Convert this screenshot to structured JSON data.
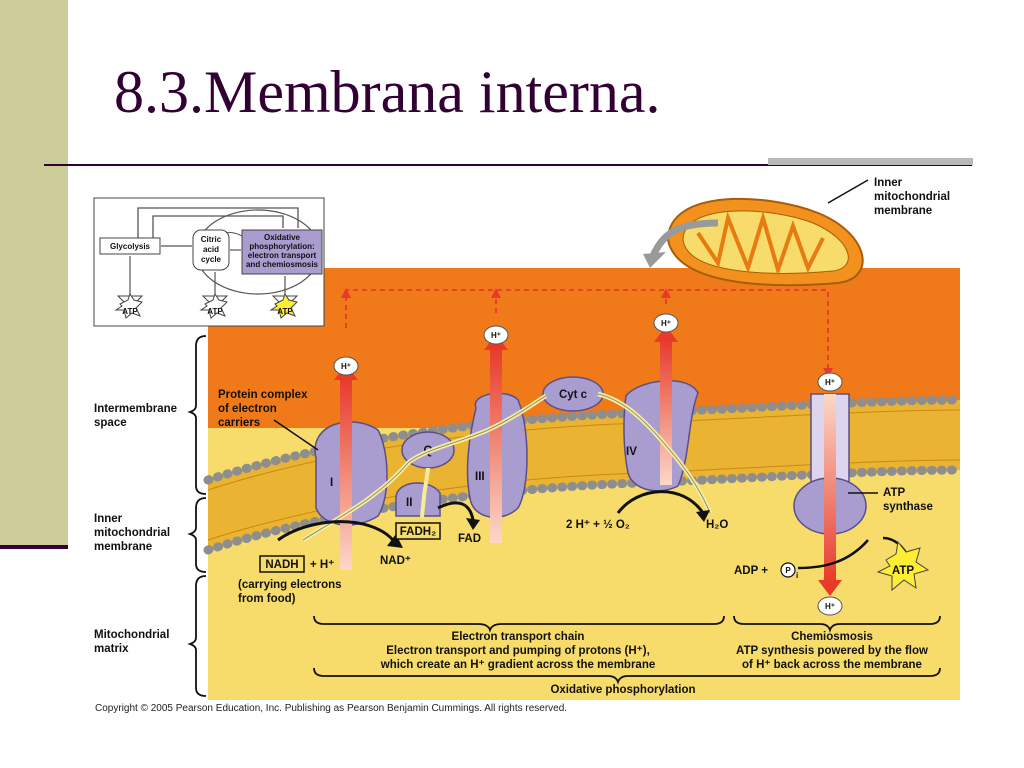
{
  "slide": {
    "title": "8.3.Membrana interna.",
    "colors": {
      "sidebar": "#cccc99",
      "title": "#330033",
      "intermembrane": "#f07a1a",
      "matrix": "#f7dc6b",
      "protein": "#a99ccf",
      "arrow": "#e83a2a"
    }
  },
  "inset": {
    "glycolysis": "Glycolysis",
    "citric": [
      "Citric",
      "acid",
      "cycle"
    ],
    "oxphos": [
      "Oxidative",
      "phosphorylation:",
      "electron transport",
      "and chemiosmosis"
    ],
    "atp": [
      "ATP",
      "ATP",
      "ATP"
    ]
  },
  "labels": {
    "inner_mito": [
      "Inner",
      "mitochondrial",
      "membrane"
    ],
    "intermembrane": [
      "Intermembrane",
      "space"
    ],
    "inner_mito_left": [
      "Inner",
      "mitochondrial",
      "membrane"
    ],
    "matrix": [
      "Mitochondrial",
      "matrix"
    ],
    "protein_complex": [
      "Protein complex",
      "of electron",
      "carriers"
    ],
    "atp_synthase": [
      "ATP",
      "synthase"
    ],
    "cytc": "Cyt c",
    "q": "Q",
    "complex_i": "I",
    "complex_ii": "II",
    "complex_iii": "III",
    "complex_iv": "IV",
    "h_plus": "H⁺",
    "nadh": "NADH",
    "plus_h": "+ H⁺",
    "nad": "NAD⁺",
    "fadh2": "FADH₂",
    "fad": "FAD",
    "water_rxn": "2 H⁺ + ½ O₂",
    "h2o": "H₂O",
    "adp": "ADP +",
    "pi": "P",
    "pi_sub": "i",
    "atp": "ATP",
    "carrying": [
      "(carrying electrons",
      "from food)"
    ]
  },
  "captions": {
    "etc_title": "Electron transport chain",
    "etc_desc": [
      "Electron transport and pumping of protons (H⁺),",
      "which create an H⁺ gradient across the membrane"
    ],
    "chemi_title": "Chemiosmosis",
    "chemi_desc": [
      "ATP synthesis powered by the flow",
      "of H⁺ back across the membrane"
    ],
    "oxphos": "Oxidative phosphorylation"
  },
  "copyright": "Copyright © 2005 Pearson Education, Inc. Publishing as Pearson Benjamin Cummings. All rights reserved."
}
